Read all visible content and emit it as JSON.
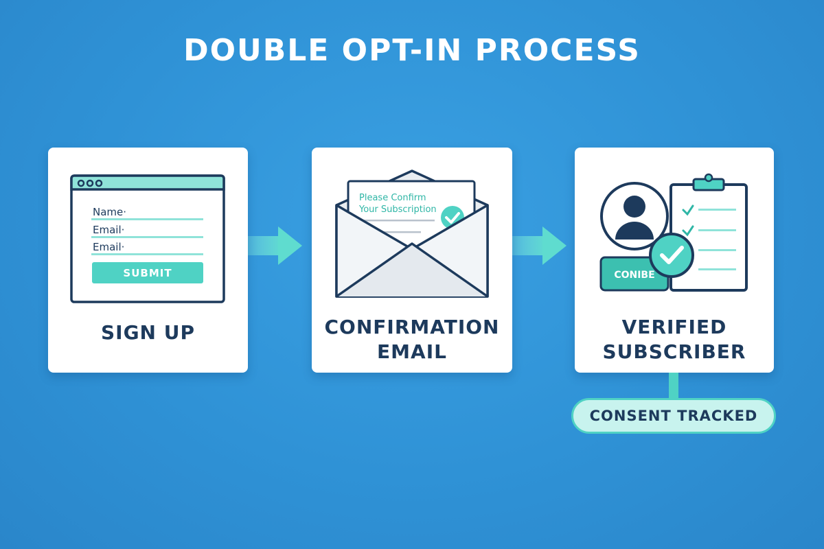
{
  "title": "DOUBLE OPT-IN PROCESS",
  "steps": [
    {
      "label_lines": [
        "SIGN UP"
      ],
      "form": {
        "fields": [
          "Name·",
          "Email·",
          "Email·"
        ],
        "submit_label": "SUBMIT"
      }
    },
    {
      "label_lines": [
        "CONFIRMATION",
        "EMAIL"
      ],
      "letter": {
        "line1": "Please Confirm",
        "line2": "Your Subscription"
      }
    },
    {
      "label_lines": [
        "VERIFIED",
        "SUBSCRIBER"
      ],
      "badge_text": "CONIBE"
    }
  ],
  "consent_label": "CONSENT TRACKED",
  "colors": {
    "background": "#2f92d6",
    "card": "#ffffff",
    "navy": "#1d3a5c",
    "teal": "#4fd2c4",
    "teal_dark": "#2fb6a6",
    "mint": "#c8f3ee"
  }
}
